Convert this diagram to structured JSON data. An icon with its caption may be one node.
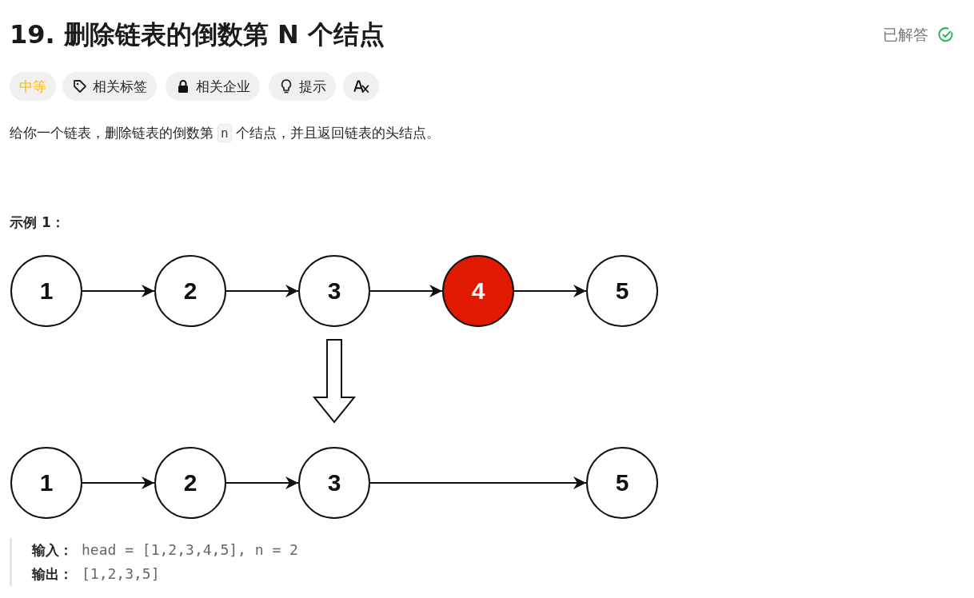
{
  "diagram": {
    "title": "19. 删除链表的倒数第 N 个结点",
    "nodes": [
      {
        "text": [
          "1"
        ]
      },
      {
        "text": [
          "2"
        ]
      },
      {
        "text": [
          "3"
        ]
      },
      {
        "text": [
          "4"
        ]
      },
      {
        "text": [
          "5"
        ]
      },
      {
        "text": [
          "1"
        ]
      },
      {
        "text": [
          "2"
        ]
      },
      {
        "text": [
          "3"
        ]
      },
      {
        "text": [
          "5"
        ]
      }
    ],
    "edges": [
      {
        "from": 0,
        "to": 1,
        "arrow": "to"
      },
      {
        "from": 1,
        "to": 2,
        "arrow": "to"
      },
      {
        "from": 2,
        "to": 3,
        "arrow": "to"
      },
      {
        "from": 3,
        "to": 4,
        "arrow": "to"
      },
      {
        "from": 2,
        "to": 7,
        "arrow": "to",
        "style": "thick"
      },
      {
        "from": 5,
        "to": 6,
        "arrow": "to"
      },
      {
        "from": 6,
        "to": 7,
        "arrow": "to"
      },
      {
        "from": 7,
        "to": 8,
        "arrow": "to"
      }
    ],
    "labels": [
      "已解答",
      "中等",
      "相关标签",
      "相关企业",
      "提示",
      "给你一个链表，删除链表的倒数第",
      "n",
      "个结点，并且返回链表的头结点。",
      "示例 1：",
      "输入：",
      "head = [1,2,3,4,5], n = 2",
      "输出：",
      "[1,2,3,5]"
    ]
  }
}
